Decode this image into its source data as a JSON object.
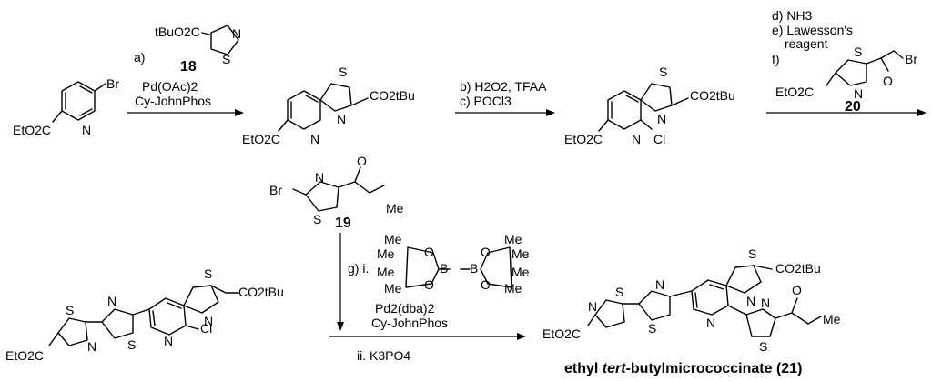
{
  "step1": {
    "reagent_label": "a)",
    "reagent_group": "tBuO2C",
    "compound": "18",
    "catalyst": "Pd(OAc)2",
    "ligand": "Cy-JohnPhos"
  },
  "start_material": {
    "ester": "EtO2C",
    "halogen": "Br",
    "ring_n": "N"
  },
  "intermediate1": {
    "ester_left": "EtO2C",
    "ester_right": "CO2tBu",
    "ring_n": "N",
    "thiazole_s": "S",
    "thiazole_n": "N"
  },
  "step2": {
    "line_b": "b) H2O2, TFAA",
    "line_c": "c) POCl3"
  },
  "intermediate2": {
    "ester_left": "EtO2C",
    "ester_right": "CO2tBu",
    "chloro": "Cl",
    "ring_n": "N",
    "thiazole_s": "S",
    "thiazole_n": "N"
  },
  "step3": {
    "line_d": "d) NH3",
    "line_e1": "e) Lawesson's",
    "line_e2": "reagent",
    "line_f": "f)",
    "reagent_ester": "EtO2C",
    "reagent_halogen": "Br",
    "compound": "20"
  },
  "reagent19": {
    "halogen": "Br",
    "ethyl": "Me",
    "compound": "19"
  },
  "step4": {
    "label_gi": "g) i.",
    "methyl": "Me",
    "boron": "B",
    "oxygen": "O",
    "catalyst": "Pd2(dba)2",
    "ligand": "Cy-JohnPhos",
    "base_label": "ii. K3PO4"
  },
  "intermediate3": {
    "ester_left": "EtO2C",
    "ester_right": "CO2tBu",
    "chloro": "Cl",
    "ring_n": "N"
  },
  "product": {
    "ester_left": "EtO2C",
    "ester_right": "CO2tBu",
    "ethyl": "Me",
    "ring_n": "N",
    "name_prefix": "ethyl ",
    "name_italic": "tert",
    "name_suffix": "-butylmicrococcinate (",
    "compound": "21",
    "name_close": ")"
  }
}
